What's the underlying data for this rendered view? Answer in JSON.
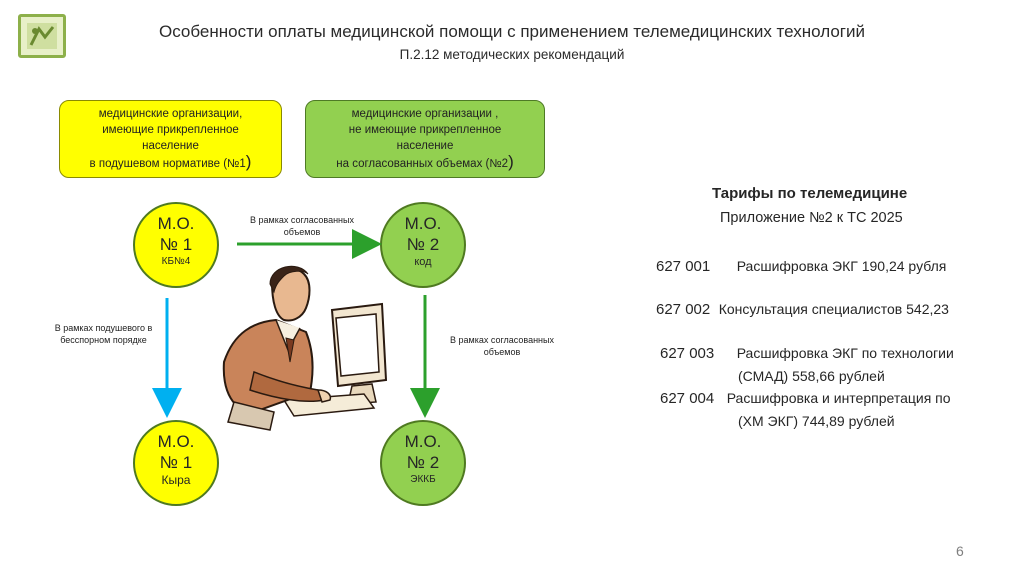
{
  "header": {
    "title": "Особенности оплаты медицинской помощи с применением телемедицинских технологий",
    "subtitle": "П.2.12  методических рекомендаций"
  },
  "boxes": {
    "yellow": {
      "line1": "медицинские организации,",
      "line2": "имеющие прикрепленное",
      "line3": "население",
      "line4": "в подушевом нормативе  (№1",
      "line4_end": ")"
    },
    "green": {
      "line1": "медицинские организации ,",
      "line2": "не имеющие прикрепленное",
      "line3": "население",
      "line4": "на согласованных объемах  (№2",
      "line4_end": ")"
    }
  },
  "circles": {
    "top_left": {
      "line1": "М.О.",
      "line2": "№ 1",
      "line3": "КБ№4"
    },
    "top_right": {
      "line1": "М.О.",
      "line2": "№ 2",
      "line3": "код"
    },
    "bottom_left": {
      "line1": "М.О.",
      "line2": "№ 1",
      "line3": "Кыра"
    },
    "bottom_right": {
      "line1": "М.О.",
      "line2": "№ 2",
      "line3": "ЭККБ"
    }
  },
  "notes": {
    "top_arrow": {
      "line1": "В рамках  согласованных",
      "line2": "объемов"
    },
    "left_arrow": {
      "line1": "В рамках подушевого  в",
      "line2": "бесспорном порядке"
    },
    "right_arrow": {
      "line1": "В рамках  согласованных",
      "line2": "объемов"
    }
  },
  "tariffs": {
    "title": "Тарифы по телемедицине",
    "subtitle": "Приложение  №2 к ТС 2025",
    "rows": [
      {
        "code": "627 001",
        "text": "Расшифровка ЭКГ  190,24 рубля"
      },
      {
        "code": "627 002",
        "text": "Консультация специалистов  542,23"
      },
      {
        "code": "627 003",
        "text": "Расшифровка ЭКГ по технологии",
        "text2": "(СМАД)   558,66 рублей"
      },
      {
        "code": "627 004",
        "text": "Расшифровка и интерпретация по",
        "text2": "(ХМ ЭКГ)  744,89 рублей"
      }
    ]
  },
  "page_number": "6",
  "colors": {
    "yellow": "#ffff00",
    "green": "#92d050",
    "arrow_blue": "#00b0f0",
    "arrow_green": "#2ca02c"
  }
}
